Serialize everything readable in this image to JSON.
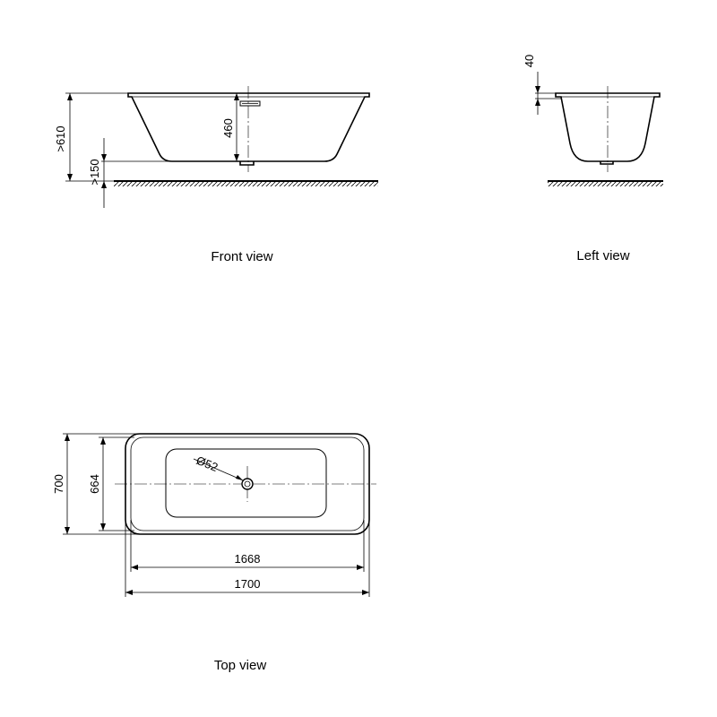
{
  "views": {
    "front": {
      "caption": "Front view",
      "dims": {
        "total_height": ">610",
        "tub_depth": "460",
        "floor_clearance": ">150"
      }
    },
    "left": {
      "caption": "Left view",
      "dims": {
        "rim_height": "40"
      }
    },
    "top": {
      "caption": "Top view",
      "dims": {
        "outer_width": "700",
        "inner_width": "664",
        "drain_diameter": "Ø52",
        "inner_length": "1668",
        "outer_length": "1700"
      }
    }
  }
}
